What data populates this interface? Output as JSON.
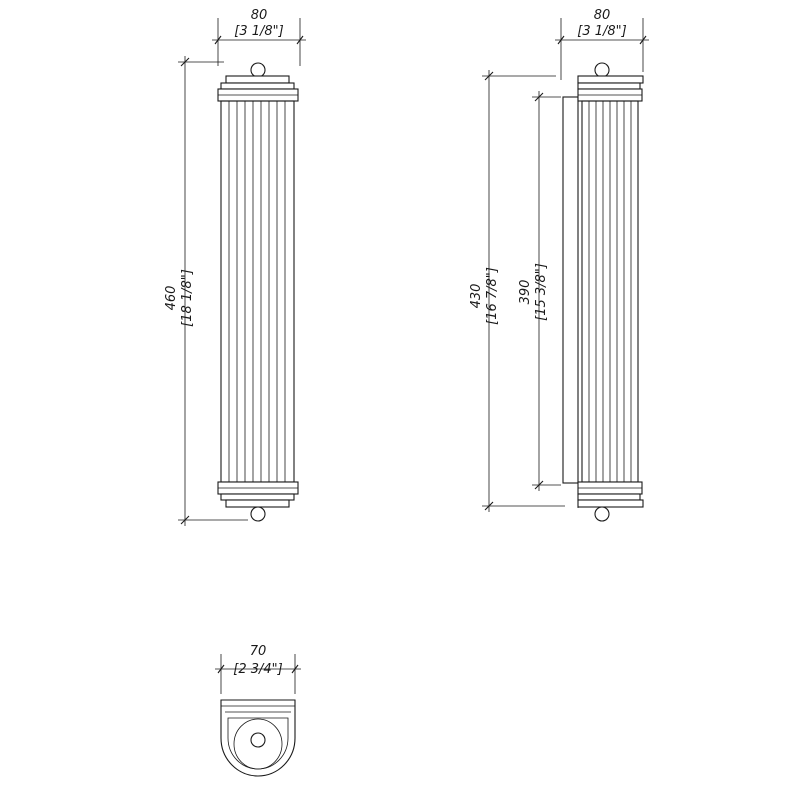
{
  "front_view": {
    "width": {
      "mm": "80",
      "inch": "[3 1/8\"]"
    },
    "height": {
      "mm": "460",
      "inch": "[18 1/8\"]"
    }
  },
  "side_view": {
    "depth": {
      "mm": "80",
      "inch": "[3 1/8\"]"
    },
    "overall_height": {
      "mm": "430",
      "inch": "[16 7/8\"]"
    },
    "backplate_height": {
      "mm": "390",
      "inch": "[15 3/8\"]"
    }
  },
  "top_view": {
    "width": {
      "mm": "70",
      "inch": "[2 3/4\"]"
    }
  }
}
